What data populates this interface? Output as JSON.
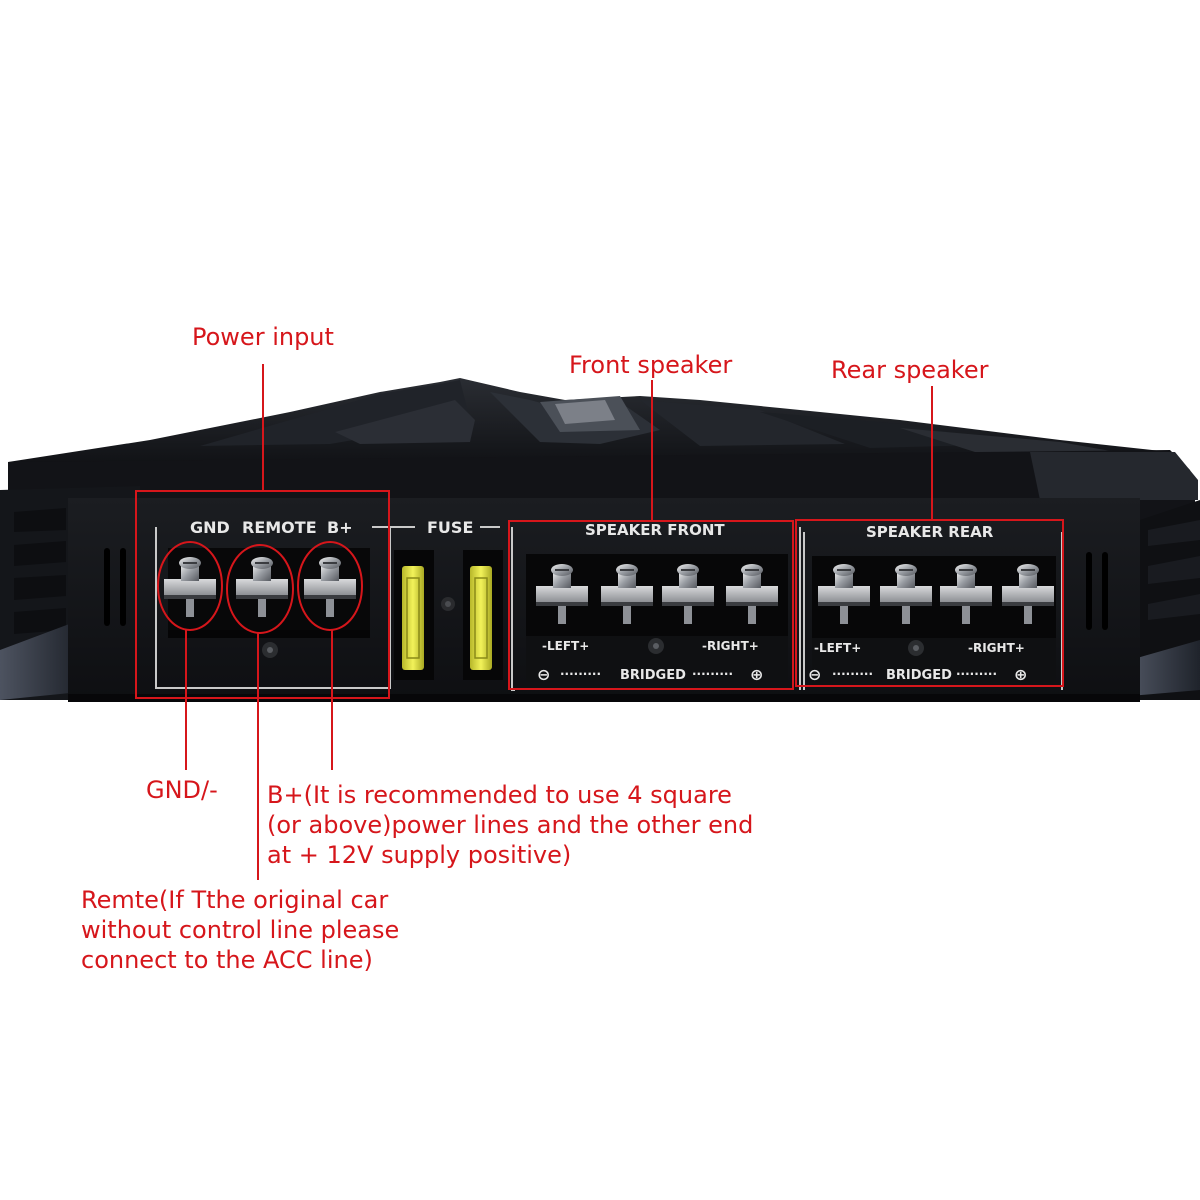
{
  "panel": {
    "group_power": [
      "GND",
      "REMOTE",
      "B+"
    ],
    "fuse_label": "FUSE",
    "front": {
      "title": "SPEAKER FRONT",
      "left": "-LEFT+",
      "right": "-RIGHT+",
      "bridged": "BRIDGED",
      "minus": "⊖",
      "plus": "⊕",
      "dots": "·········"
    },
    "rear": {
      "title": "SPEAKER REAR",
      "left": "-LEFT+",
      "right": "-RIGHT+",
      "bridged": "BRIDGED",
      "minus": "⊖",
      "plus": "⊕",
      "dots": "·········"
    }
  },
  "annotations": {
    "power_input": "Power input",
    "front_speaker": "Front speaker",
    "rear_speaker": "Rear speaker",
    "gnd": "GND/-",
    "bplus": [
      "B+(It is recommended to use 4 square",
      "(or above)power lines and the other end",
      "at + 12V supply positive)"
    ],
    "remote": [
      "Remte(If Tthe original car",
      "without control line please",
      "connect to the ACC line)"
    ]
  },
  "colors": {
    "annotation": "#d6161b",
    "panel_print": "#e8e8e8",
    "fuse": "#e6e64a",
    "amplifier_body": "#15171b"
  }
}
